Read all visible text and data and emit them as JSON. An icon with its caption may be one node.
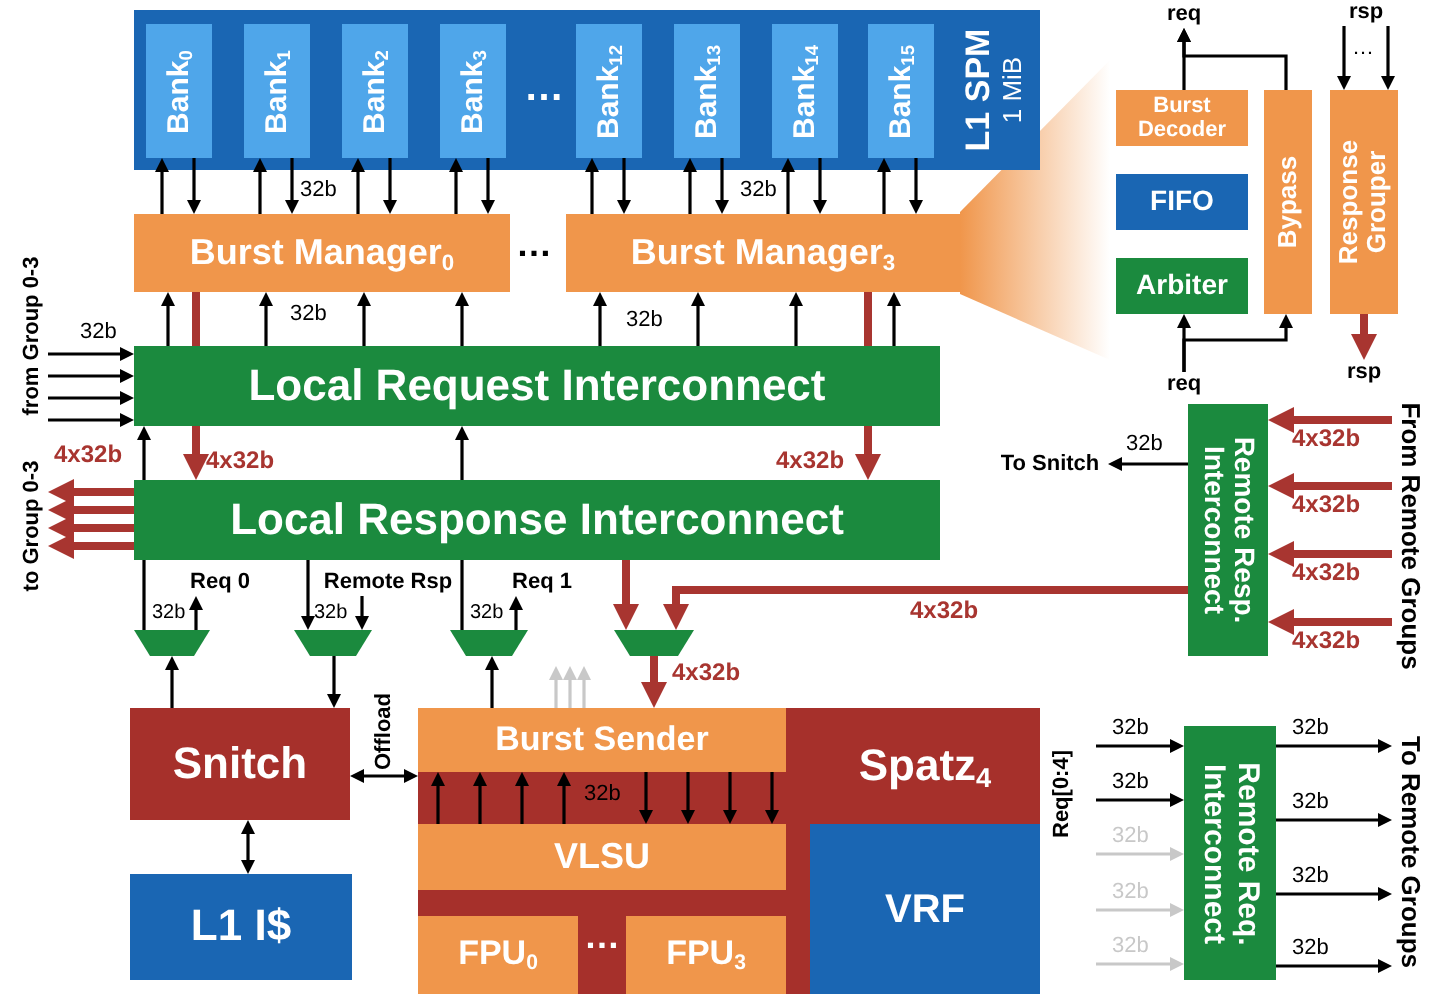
{
  "diagram": {
    "nodes": [
      {
        "text": [
          "L1 SPM",
          "1 MiB"
        ]
      },
      {
        "text": [
          "Bank$_{0}$"
        ],
        "in": 0
      },
      {
        "text": [
          "Bank$_{1}$"
        ],
        "in": 0
      },
      {
        "text": [
          "Bank$_{2}$"
        ],
        "in": 0
      },
      {
        "text": [
          "Bank$_{3}$"
        ],
        "in": 0
      },
      {
        "text": [
          "Bank$_{12}$"
        ],
        "in": 0
      },
      {
        "text": [
          "Bank$_{13}$"
        ],
        "in": 0
      },
      {
        "text": [
          "Bank$_{14}$"
        ],
        "in": 0
      },
      {
        "text": [
          "Bank$_{15}$"
        ],
        "in": 0
      },
      {
        "text": [
          "Burst Manager$_{0}$"
        ]
      },
      {
        "text": [
          "Burst Manager$_{3}$"
        ]
      },
      {
        "text": [
          "Local Request Interconnect"
        ]
      },
      {
        "text": [
          "Local Response Interconnect"
        ]
      },
      {
        "text": [],
        "shape": "trapezoid"
      },
      {
        "text": [],
        "shape": "trapezoid"
      },
      {
        "text": [],
        "shape": "trapezoid"
      },
      {
        "text": [],
        "shape": "trapezoid"
      },
      {
        "text": [
          "Snitch"
        ]
      },
      {
        "text": [
          "L1 I$"
        ]
      },
      {
        "text": [
          "Spatz$_{4}$"
        ]
      },
      {
        "text": [
          "Burst Sender"
        ],
        "in": 19
      },
      {
        "text": [
          "VLSU"
        ],
        "in": 19
      },
      {
        "text": [
          "FPU$_{0}$"
        ],
        "in": 19
      },
      {
        "text": [
          "FPU$_{3}$"
        ],
        "in": 19
      },
      {
        "text": [
          "VRF"
        ],
        "in": 19
      },
      {
        "text": [
          "Burst Decoder"
        ]
      },
      {
        "text": [
          "FIFO"
        ]
      },
      {
        "text": [
          "Arbiter"
        ]
      },
      {
        "text": [
          "Bypass"
        ]
      },
      {
        "text": [
          "Response Grouper"
        ]
      },
      {
        "text": [
          "Remote Resp. Interconnect"
        ]
      },
      {
        "text": [
          "Remote Req. Interconnect"
        ]
      },
      {
        "text": [
          "To Snitch"
        ]
      },
      {
        "text": [
          "from Group 0-3"
        ]
      },
      {
        "text": [
          "to Group 0-3"
        ]
      },
      {
        "text": [
          "From Remote Groups"
        ]
      },
      {
        "text": [
          "To Remote Groups"
        ]
      },
      {
        "text": [
          "Req 0"
        ]
      },
      {
        "text": [
          "Remote Rsp"
        ]
      },
      {
        "text": [
          "Req 1"
        ]
      },
      {
        "text": [
          "req"
        ]
      },
      {
        "text": [
          "req"
        ]
      },
      {
        "text": [
          "rsp"
        ]
      },
      {
        "text": [
          "rsp"
        ]
      }
    ],
    "edges": [
      {
        "from": 9,
        "to": 1,
        "arrow": "to"
      },
      {
        "from": 1,
        "to": 9,
        "arrow": "to"
      },
      {
        "from": 9,
        "to": 2,
        "arrow": "to"
      },
      {
        "from": 2,
        "to": 9,
        "arrow": "to"
      },
      {
        "from": 9,
        "to": 3,
        "arrow": "to"
      },
      {
        "from": 3,
        "to": 9,
        "arrow": "to"
      },
      {
        "from": 9,
        "to": 4,
        "arrow": "to"
      },
      {
        "from": 4,
        "to": 9,
        "arrow": "to"
      },
      {
        "from": 10,
        "to": 5,
        "arrow": "to"
      },
      {
        "from": 5,
        "to": 10,
        "arrow": "to"
      },
      {
        "from": 10,
        "to": 6,
        "arrow": "to"
      },
      {
        "from": 6,
        "to": 10,
        "arrow": "to"
      },
      {
        "from": 10,
        "to": 7,
        "arrow": "to"
      },
      {
        "from": 7,
        "to": 10,
        "arrow": "to"
      },
      {
        "from": 10,
        "to": 8,
        "arrow": "to"
      },
      {
        "from": 8,
        "to": 10,
        "arrow": "to"
      },
      {
        "from": 11,
        "to": 9,
        "arrow": "to"
      },
      {
        "from": 11,
        "to": 9,
        "arrow": "to"
      },
      {
        "from": 11,
        "to": 9,
        "arrow": "to"
      },
      {
        "from": 11,
        "to": 9,
        "arrow": "to"
      },
      {
        "from": 11,
        "to": 10,
        "arrow": "to"
      },
      {
        "from": 11,
        "to": 10,
        "arrow": "to"
      },
      {
        "from": 11,
        "to": 10,
        "arrow": "to"
      },
      {
        "from": 11,
        "to": 10,
        "arrow": "to"
      },
      {
        "from": 9,
        "to": 11,
        "arrow": "none",
        "style": "thick",
        "color": "#a83530"
      },
      {
        "from": 10,
        "to": 11,
        "arrow": "none",
        "style": "thick",
        "color": "#a83530"
      },
      {
        "from": 33,
        "to": 11,
        "arrow": "to",
        "label": "32b"
      },
      {
        "from": 33,
        "to": 11,
        "arrow": "to"
      },
      {
        "from": 33,
        "to": 11,
        "arrow": "to"
      },
      {
        "from": 33,
        "to": 11,
        "arrow": "to"
      },
      {
        "from": 12,
        "to": 34,
        "arrow": "to",
        "label": "4x32b",
        "style": "thick",
        "color": "#a83530"
      },
      {
        "from": 12,
        "to": 34,
        "arrow": "to",
        "style": "thick",
        "color": "#a83530"
      },
      {
        "from": 12,
        "to": 34,
        "arrow": "to",
        "style": "thick",
        "color": "#a83530"
      },
      {
        "from": 12,
        "to": 34,
        "arrow": "to",
        "style": "thick",
        "color": "#a83530"
      },
      {
        "from": 13,
        "to": 12,
        "arrow": "none"
      },
      {
        "from": 15,
        "to": 12,
        "arrow": "none"
      },
      {
        "from": 12,
        "to": 14,
        "arrow": "to"
      },
      {
        "from": 13,
        "to": 37,
        "arrow": "to"
      },
      {
        "from": 38,
        "to": 14,
        "arrow": "to"
      },
      {
        "from": 15,
        "to": 39,
        "arrow": "to"
      },
      {
        "from": 12,
        "to": 16,
        "arrow": "to",
        "style": "thick",
        "color": "#a83530"
      },
      {
        "from": 30,
        "to": 16,
        "arrow": "to",
        "label": "4x32b",
        "style": "thick",
        "color": "#a83530"
      },
      {
        "from": 16,
        "to": 20,
        "arrow": "to",
        "label": "4x32b",
        "style": "thick",
        "color": "#a83530"
      },
      {
        "from": 17,
        "to": 13,
        "arrow": "to"
      },
      {
        "from": 14,
        "to": 17,
        "arrow": "to"
      },
      {
        "from": 20,
        "to": 15,
        "arrow": "to"
      },
      {
        "from": 20,
        "to": null,
        "arrow": "to",
        "color": "#c8c8c8"
      },
      {
        "from": 20,
        "to": null,
        "arrow": "to",
        "color": "#c8c8c8"
      },
      {
        "from": 20,
        "to": null,
        "arrow": "to",
        "color": "#c8c8c8"
      },
      {
        "from": 17,
        "to": 19,
        "arrow": "both",
        "label": "Offload"
      },
      {
        "from": 17,
        "to": 18,
        "arrow": "both"
      },
      {
        "from": 21,
        "to": 20,
        "arrow": "to"
      },
      {
        "from": 21,
        "to": 20,
        "arrow": "to"
      },
      {
        "from": 21,
        "to": 20,
        "arrow": "to"
      },
      {
        "from": 21,
        "to": 20,
        "arrow": "to"
      },
      {
        "from": 20,
        "to": 21,
        "arrow": "to"
      },
      {
        "from": 20,
        "to": 21,
        "arrow": "to"
      },
      {
        "from": 20,
        "to": 21,
        "arrow": "to"
      },
      {
        "from": 20,
        "to": 21,
        "arrow": "to"
      },
      {
        "from": 30,
        "to": 32,
        "arrow": "to",
        "label": "32b"
      },
      {
        "from": 35,
        "to": 30,
        "arrow": "to",
        "label": "4x32b",
        "style": "thick",
        "color": "#a83530"
      },
      {
        "from": 35,
        "to": 30,
        "arrow": "to",
        "label": "4x32b",
        "style": "thick",
        "color": "#a83530"
      },
      {
        "from": 35,
        "to": 30,
        "arrow": "to",
        "label": "4x32b",
        "style": "thick",
        "color": "#a83530"
      },
      {
        "from": 35,
        "to": 30,
        "arrow": "to",
        "label": "4x32b",
        "style": "thick",
        "color": "#a83530"
      },
      {
        "from": null,
        "to": 31,
        "arrow": "to",
        "label": "32b"
      },
      {
        "from": null,
        "to": 31,
        "arrow": "to",
        "label": "32b"
      },
      {
        "from": null,
        "to": 31,
        "arrow": "to",
        "label": "32b",
        "color": "#c8c8c8"
      },
      {
        "from": null,
        "to": 31,
        "arrow": "to",
        "label": "32b",
        "color": "#c8c8c8"
      },
      {
        "from": null,
        "to": 31,
        "arrow": "to",
        "label": "32b",
        "color": "#c8c8c8"
      },
      {
        "from": 31,
        "to": 36,
        "arrow": "to",
        "label": "32b"
      },
      {
        "from": 31,
        "to": 36,
        "arrow": "to",
        "label": "32b"
      },
      {
        "from": 31,
        "to": 36,
        "arrow": "to",
        "label": "32b"
      },
      {
        "from": 31,
        "to": 36,
        "arrow": "to",
        "label": "32b"
      },
      {
        "from": 25,
        "to": 40,
        "arrow": "to"
      },
      {
        "from": 28,
        "to": 40,
        "arrow": "to"
      },
      {
        "from": 41,
        "to": 27,
        "arrow": "to"
      },
      {
        "from": 41,
        "to": 28,
        "arrow": "to"
      },
      {
        "from": 42,
        "to": 29,
        "arrow": "to"
      },
      {
        "from": 42,
        "to": 29,
        "arrow": "to"
      },
      {
        "from": 29,
        "to": 43,
        "arrow": "to",
        "style": "thick",
        "color": "#a83530"
      },
      {
        "from": 11,
        "to": 12,
        "arrow": "to",
        "label": "4x32b",
        "style": "thick",
        "color": "#a83530"
      },
      {
        "from": 11,
        "to": 12,
        "arrow": "to",
        "label": "4x32b",
        "style": "thick",
        "color": "#a83530"
      },
      {
        "from": 12,
        "to": 11,
        "arrow": "to"
      },
      {
        "from": 12,
        "to": 11,
        "arrow": "to"
      }
    ],
    "labels": [
      "…",
      "32b",
      "32b",
      "…",
      "32b",
      "32b",
      "32b",
      "32b",
      "32b",
      "…",
      "32b",
      "…",
      "Req[0:4]"
    ]
  }
}
